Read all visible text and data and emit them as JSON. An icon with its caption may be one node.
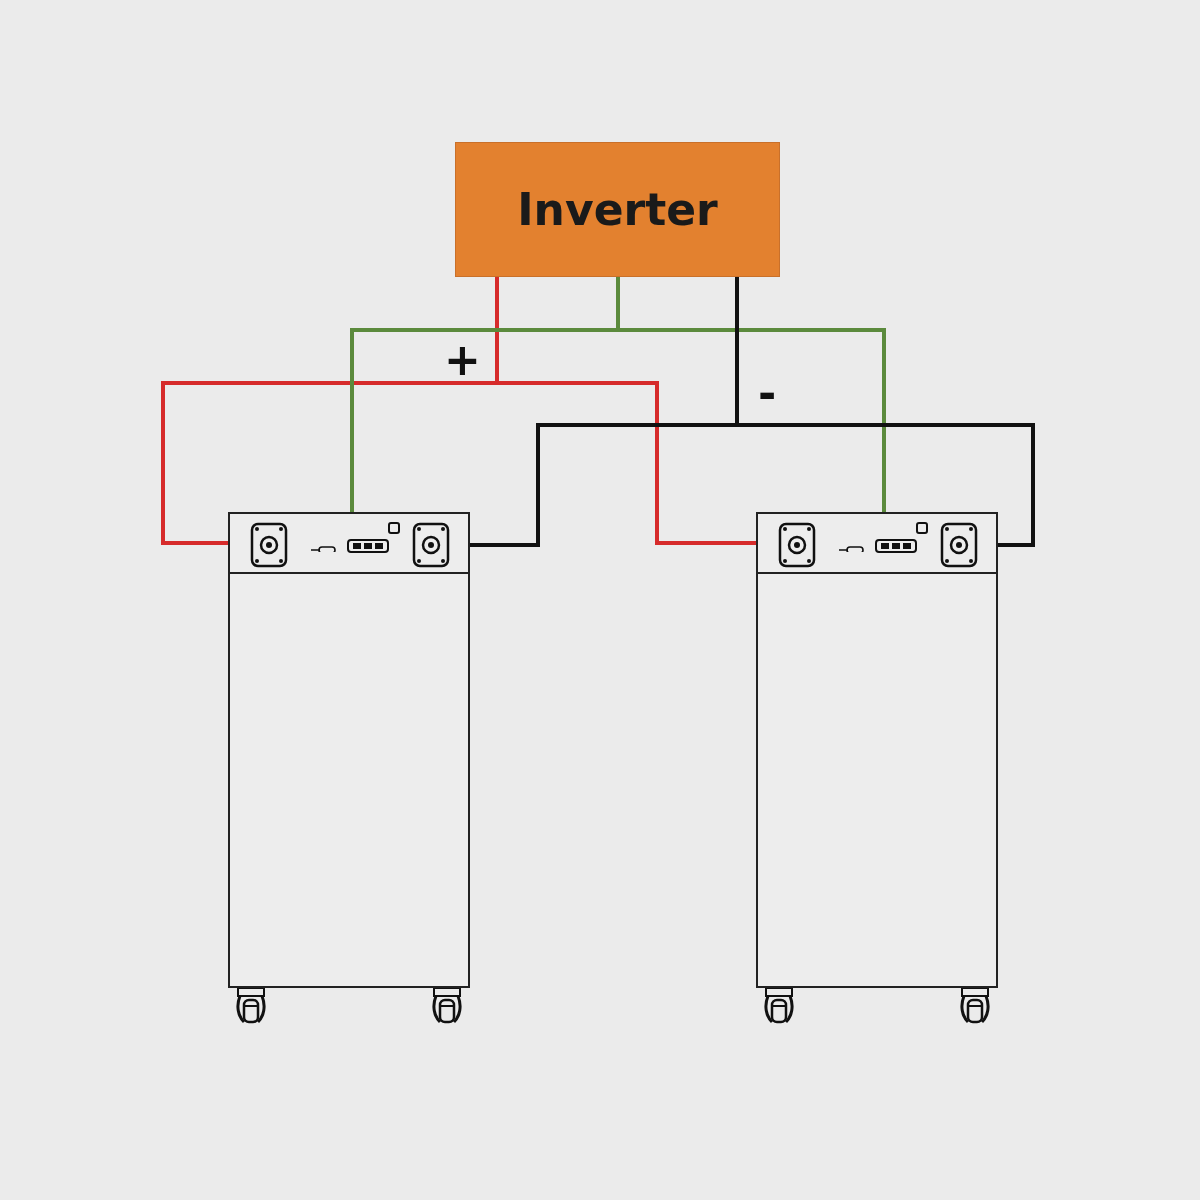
{
  "diagram": {
    "nodes": [
      {
        "text": [
          "Inverter"
        ]
      },
      {
        "text": [],
        "shape": "box"
      },
      {
        "text": [],
        "shape": "box"
      },
      {
        "text": [],
        "shape": "box",
        "in": 1
      },
      {
        "text": [],
        "shape": "box",
        "in": 1
      },
      {
        "text": [],
        "shape": "box",
        "in": 1
      },
      {
        "text": [],
        "shape": "box",
        "in": 2
      },
      {
        "text": [],
        "shape": "box",
        "in": 2
      },
      {
        "text": [],
        "shape": "box",
        "in": 2
      }
    ],
    "edges": [
      {
        "from": 0,
        "to": 3,
        "arrow": "none",
        "color": "#d62b2b"
      },
      {
        "from": 0,
        "to": 6,
        "arrow": "none",
        "color": "#d62b2b"
      },
      {
        "from": 0,
        "to": 4,
        "arrow": "none",
        "color": "#5b8a3c"
      },
      {
        "from": 0,
        "to": 7,
        "arrow": "none",
        "color": "#5b8a3c"
      },
      {
        "from": 0,
        "to": 5,
        "arrow": "none",
        "color": "#111111"
      },
      {
        "from": 0,
        "to": 8,
        "arrow": "none",
        "color": "#111111"
      }
    ],
    "labels": [
      "+",
      "-"
    ]
  }
}
